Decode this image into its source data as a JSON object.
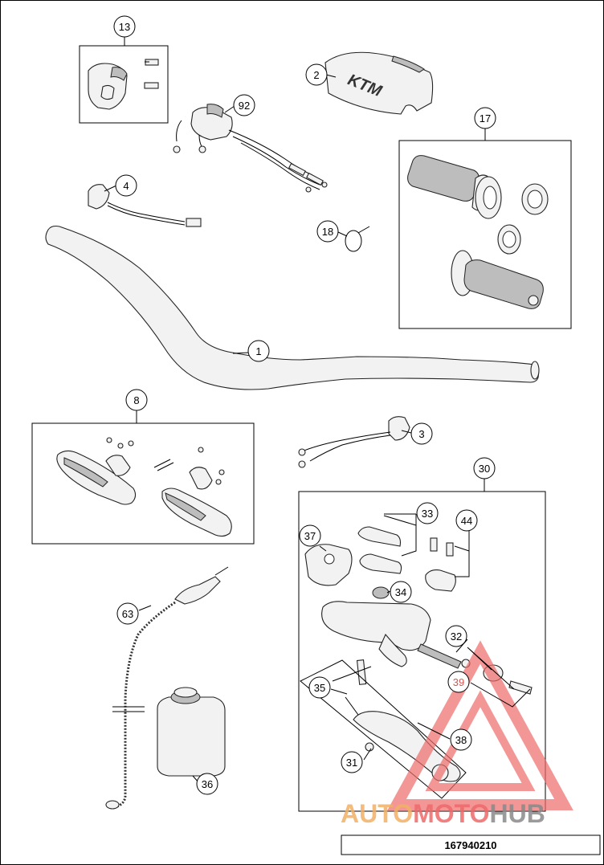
{
  "diagram": {
    "document_number": "167940210",
    "callouts": [
      {
        "id": "c13",
        "label": "13"
      },
      {
        "id": "c2",
        "label": "2"
      },
      {
        "id": "c92",
        "label": "92"
      },
      {
        "id": "c17",
        "label": "17"
      },
      {
        "id": "c4",
        "label": "4"
      },
      {
        "id": "c18",
        "label": "18"
      },
      {
        "id": "c1",
        "label": "1"
      },
      {
        "id": "c8",
        "label": "8"
      },
      {
        "id": "c3",
        "label": "3"
      },
      {
        "id": "c30",
        "label": "30"
      },
      {
        "id": "c33",
        "label": "33"
      },
      {
        "id": "c44",
        "label": "44"
      },
      {
        "id": "c37",
        "label": "37"
      },
      {
        "id": "c34",
        "label": "34"
      },
      {
        "id": "c32",
        "label": "32"
      },
      {
        "id": "c39",
        "label": "39"
      },
      {
        "id": "c35",
        "label": "35"
      },
      {
        "id": "c38",
        "label": "38"
      },
      {
        "id": "c31",
        "label": "31"
      },
      {
        "id": "c63",
        "label": "63"
      },
      {
        "id": "c36",
        "label": "36"
      }
    ],
    "highlight_color": "#d9534f",
    "brand_text": "KTM"
  },
  "watermark": {
    "part1": "AUTO",
    "part2": "MOTO",
    "part3": "HUB",
    "color1": "#f2b166",
    "color2": "#ee6a6a",
    "color3": "#8a8a8a"
  }
}
